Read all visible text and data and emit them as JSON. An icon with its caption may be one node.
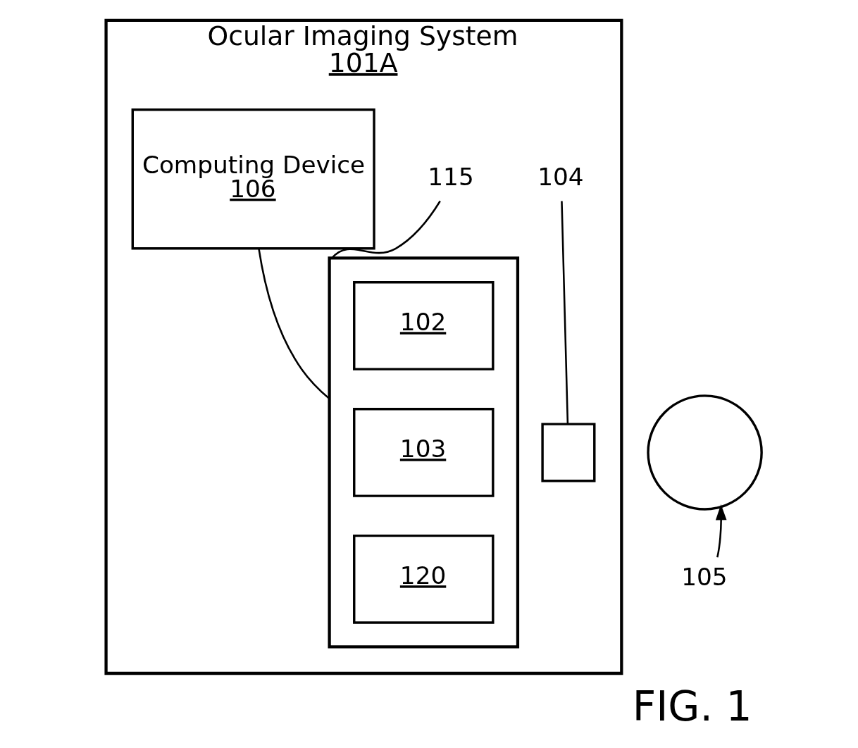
{
  "diagram": {
    "caption": "FIG. 1",
    "nodes": [
      {
        "text": [
          "Ocular Imaging System",
          "101A"
        ]
      },
      {
        "text": [
          "Computing Device",
          "106"
        ],
        "in": 0
      },
      {
        "text": [
          "115"
        ],
        "in": 0
      },
      {
        "text": [
          "104"
        ],
        "in": 0
      },
      {
        "text": [],
        "shape": "box",
        "in": 0
      },
      {
        "text": [
          "102"
        ],
        "in": 4
      },
      {
        "text": [
          "103"
        ],
        "in": 4
      },
      {
        "text": [
          "120"
        ],
        "in": 4
      },
      {
        "text": [],
        "shape": "box",
        "in": 0
      },
      {
        "text": [],
        "shape": "circle"
      },
      {
        "text": [
          "105"
        ]
      }
    ],
    "edges": [
      {
        "from": 1,
        "to": 4,
        "arrow": "none"
      },
      {
        "from": 2,
        "to": 4,
        "arrow": "none"
      },
      {
        "from": 3,
        "to": 8,
        "arrow": "none"
      },
      {
        "from": 10,
        "to": 9,
        "arrow": "to"
      }
    ]
  }
}
